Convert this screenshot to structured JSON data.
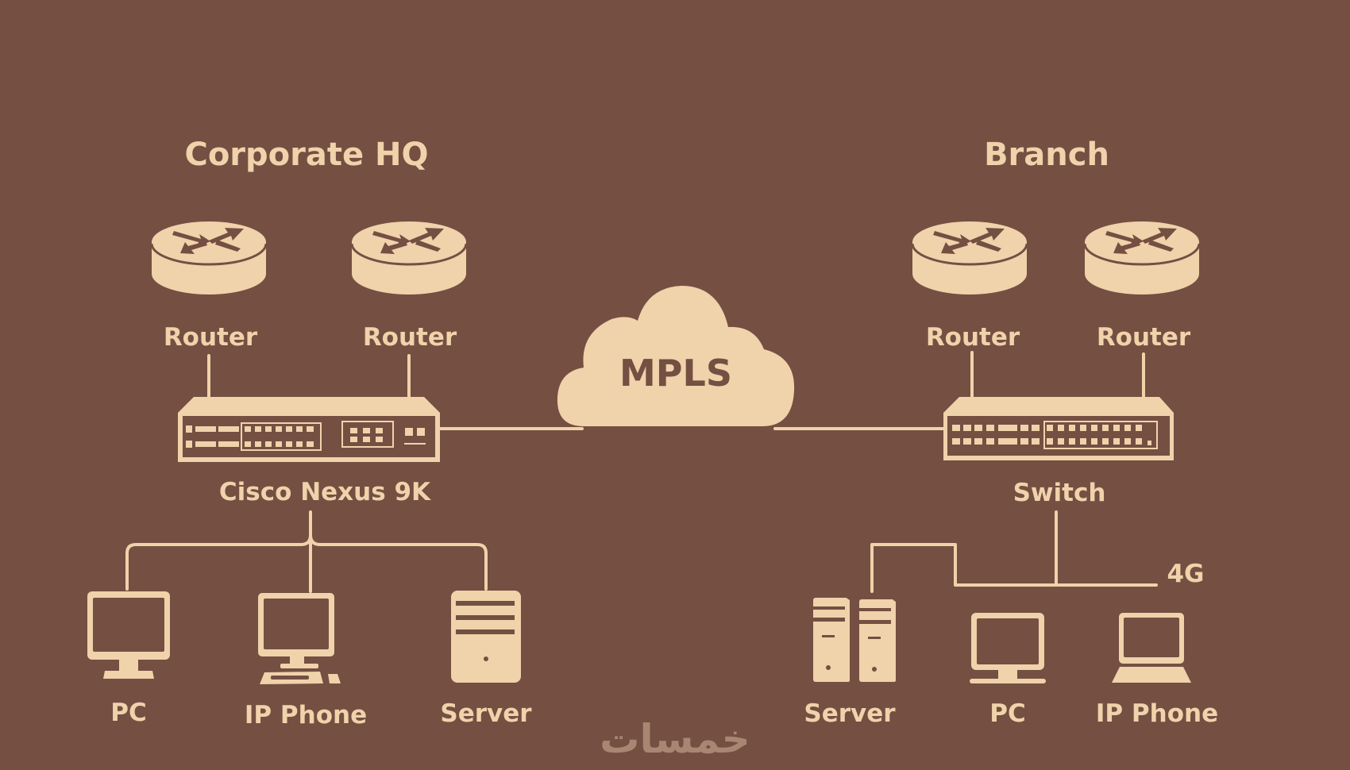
{
  "colors": {
    "background": "#744F42",
    "foreground": "#F0D2AB",
    "watermark": "#A98673"
  },
  "sites": {
    "hq": {
      "title": "Corporate HQ",
      "routers": [
        {
          "label": "Router"
        },
        {
          "label": "Router"
        }
      ],
      "switch": {
        "label": "Cisco Nexus 9K"
      },
      "devices": [
        {
          "label": "PC",
          "icon": "monitor-icon"
        },
        {
          "label": "IP Phone",
          "icon": "desktop-computer-icon"
        },
        {
          "label": "Server",
          "icon": "server-tower-icon"
        }
      ]
    },
    "branch": {
      "title": "Branch",
      "routers": [
        {
          "label": "Router"
        },
        {
          "label": "Router"
        }
      ],
      "switch": {
        "label": "Switch"
      },
      "uplink_label": "4G",
      "devices": [
        {
          "label": "Server",
          "icon": "server-pair-icon"
        },
        {
          "label": "PC",
          "icon": "monitor-icon"
        },
        {
          "label": "IP Phone",
          "icon": "laptop-icon"
        }
      ]
    }
  },
  "cloud": {
    "label": "MPLS"
  },
  "watermark": {
    "text": "خمسات"
  }
}
